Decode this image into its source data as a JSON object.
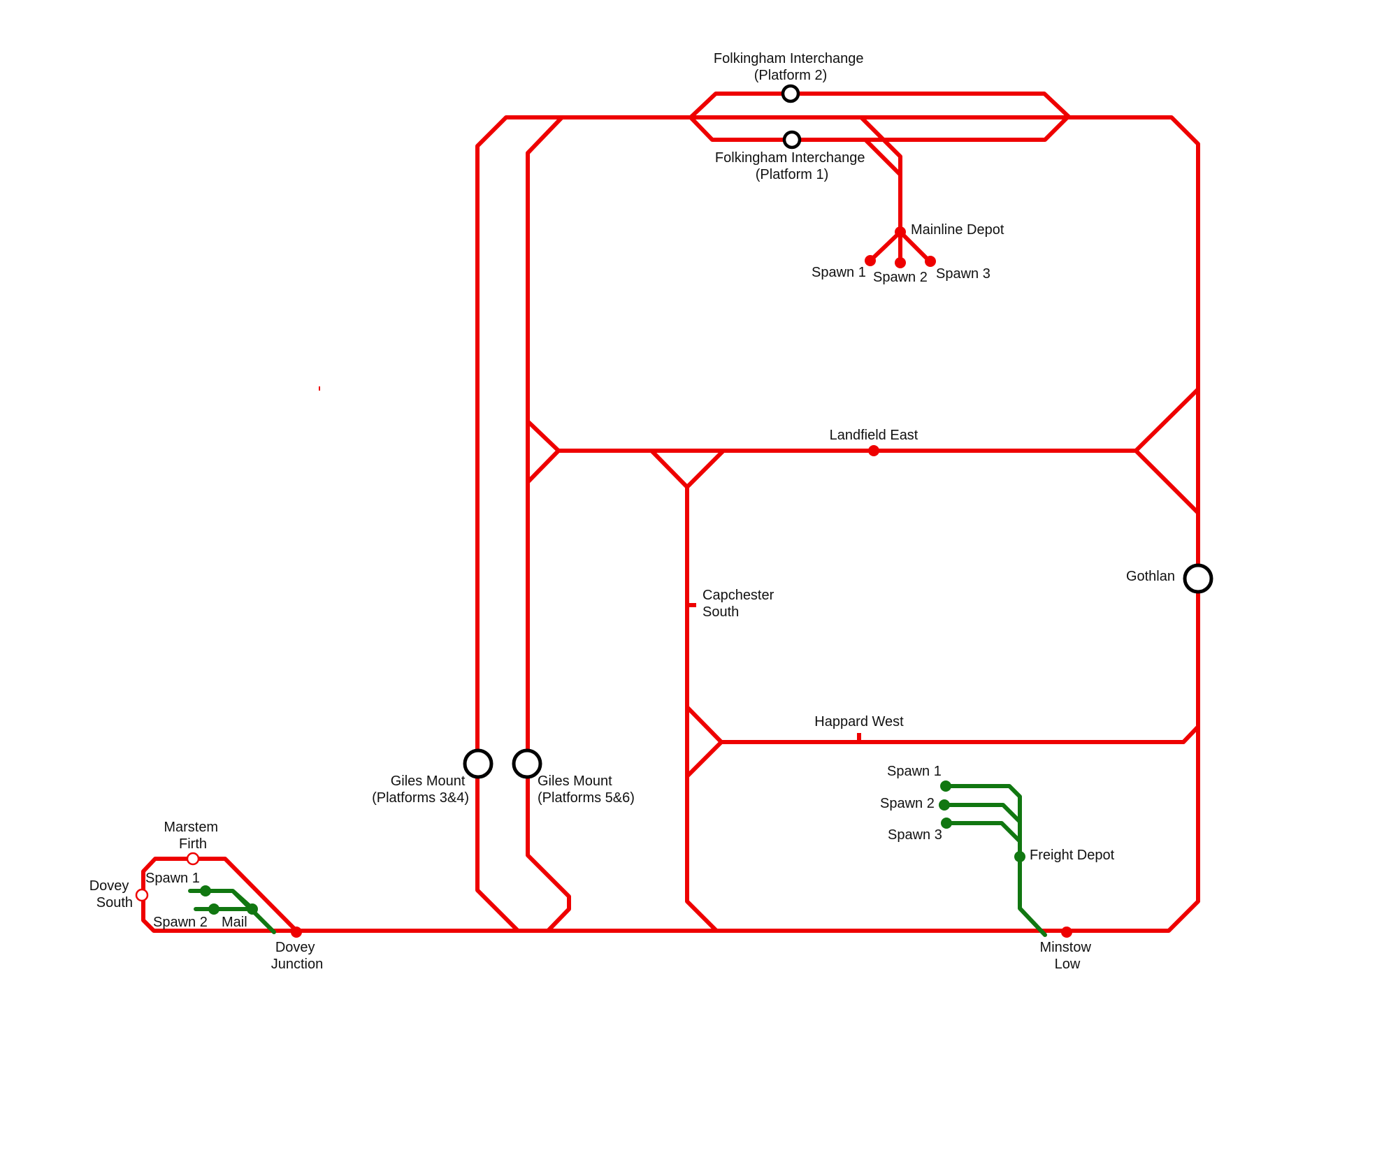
{
  "colors": {
    "mainline": "#ee0000",
    "freight": "#117711",
    "interchange": "#000000",
    "background": "#ffffff"
  },
  "labels": {
    "folk_p2": [
      "Folkingham Interchange",
      "(Platform 2)"
    ],
    "folk_p1": [
      "Folkingham Interchange",
      "(Platform 1)"
    ],
    "mainline_depot": "Mainline Depot",
    "main_spawn1": "Spawn 1",
    "main_spawn2": "Spawn 2",
    "main_spawn3": "Spawn 3",
    "landfield_east": "Landfield East",
    "gothlan": "Gothlan",
    "capchester_south": [
      "Capchester",
      "South"
    ],
    "happard_west": "Happard West",
    "giles_34": [
      "Giles Mount",
      "(Platforms 3&4)"
    ],
    "giles_56": [
      "Giles Mount",
      "(Platforms 5&6)"
    ],
    "marstem_firth": [
      "Marstem",
      "Firth"
    ],
    "dovey_south": [
      "Dovey",
      "South"
    ],
    "dovey_spawn1": "Spawn 1",
    "dovey_spawn2": "Spawn 2",
    "dovey_mail": "Mail",
    "dovey_junction": [
      "Dovey",
      "Junction"
    ],
    "freight_spawn1": "Spawn 1",
    "freight_spawn2": "Spawn 2",
    "freight_spawn3": "Spawn 3",
    "freight_depot": "Freight Depot",
    "minstow_low": [
      "Minstow",
      "Low"
    ]
  }
}
